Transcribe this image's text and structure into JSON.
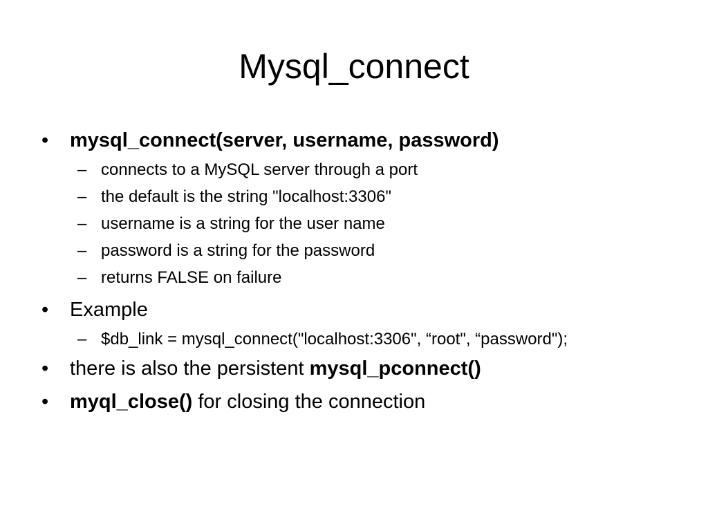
{
  "slide": {
    "title": "Mysql_connect",
    "bullet_glyph": "•",
    "dash_glyph": "–",
    "items": [
      {
        "bold_lead": "mysql_connect(server, username, password)",
        "subitems": [
          "connects to a MySQL server through a port",
          "the default is the string \"localhost:3306\"",
          "username is a string for the user name",
          "password is a string for the password",
          "returns FALSE on failure"
        ]
      },
      {
        "text": "Example",
        "subitems": [
          "$db_link = mysql_connect(\"localhost:3306\", “root\", “password\");"
        ]
      },
      {
        "text": "there is also the persistent ",
        "bold_tail": "mysql_pconnect()"
      },
      {
        "bold_lead": "myql_close()",
        "text": " for closing the connection"
      }
    ]
  }
}
